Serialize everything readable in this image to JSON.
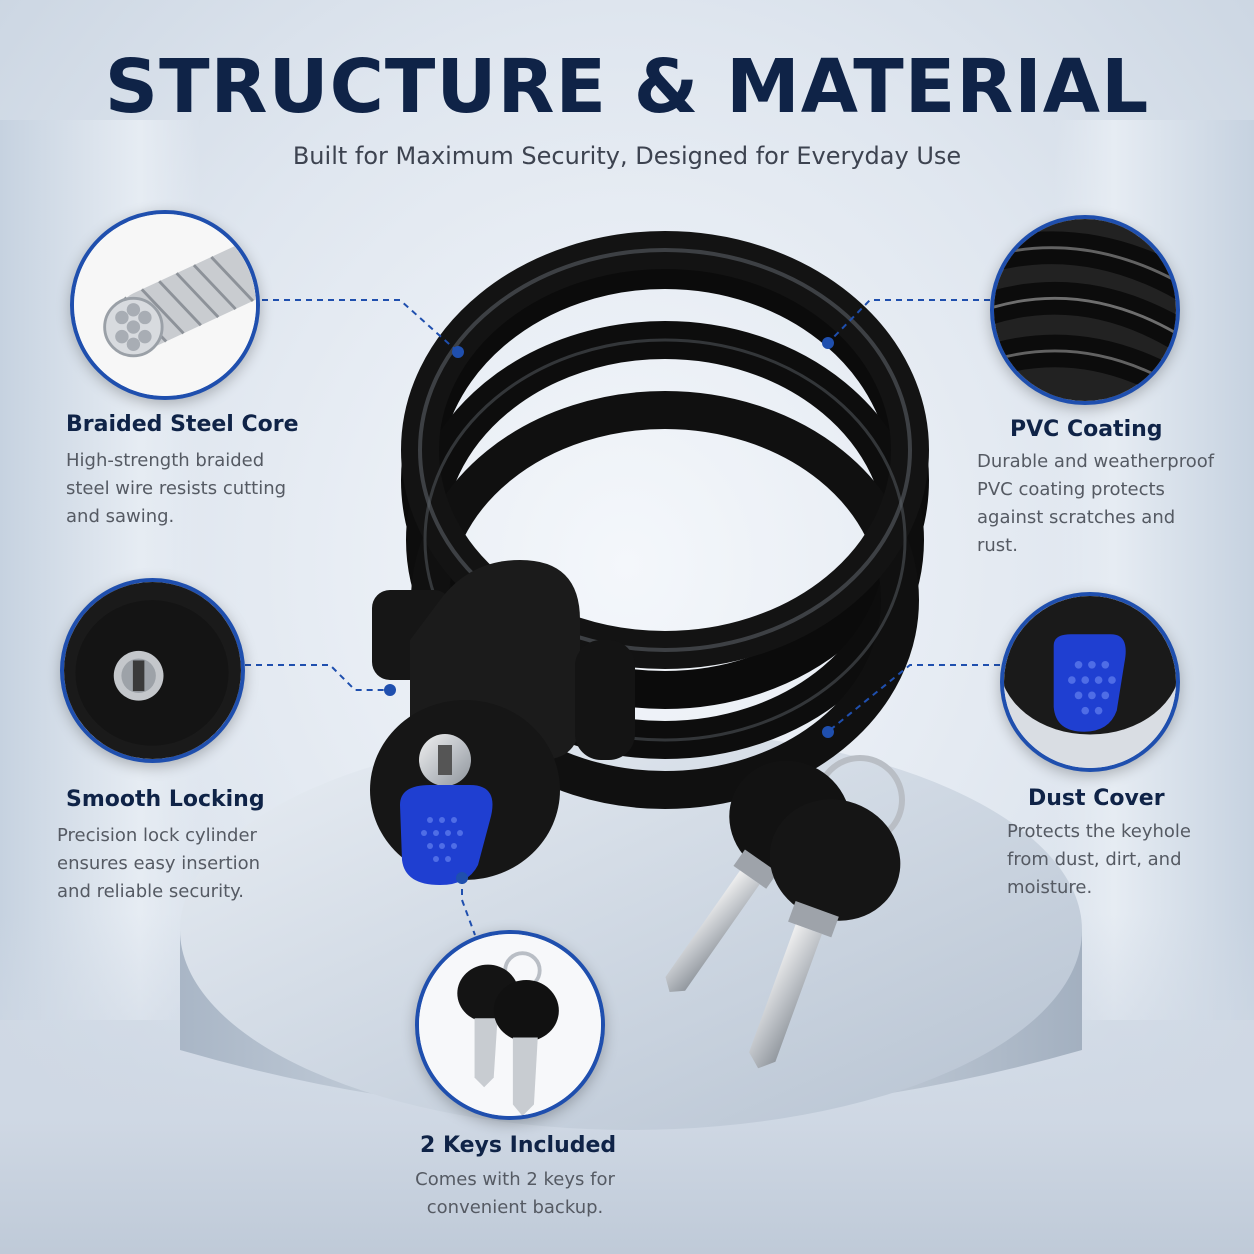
{
  "header": {
    "title": "STRUCTURE & MATERIAL",
    "subtitle": "Built for Maximum Security, Designed for Everyday Use"
  },
  "features": {
    "steel_core": {
      "title": "Braided Steel Core",
      "desc": "High-strength braided steel wire resists cutting and sawing."
    },
    "pvc": {
      "title": "PVC Coating",
      "desc": "Durable and weatherproof PVC coating protects against scratches and rust."
    },
    "locking": {
      "title": "Smooth Locking",
      "desc": "Precision lock cylinder ensures easy insertion and reliable security."
    },
    "dust_cover": {
      "title": "Dust Cover",
      "desc": "Protects the keyhole from dust, dirt, and moisture."
    },
    "keys": {
      "title": "2 Keys Included",
      "desc": "Comes with 2 keys for convenient backup."
    }
  },
  "colors": {
    "title": "#0f2347",
    "accent": "#1f4fae",
    "dust_cover": "#1f3fd1",
    "cable": "#111111",
    "text": "#555a63"
  },
  "icons": [
    "steel-wire-icon",
    "cable-coil-icon",
    "lock-cylinder-icon",
    "dust-cover-icon",
    "keys-icon"
  ]
}
